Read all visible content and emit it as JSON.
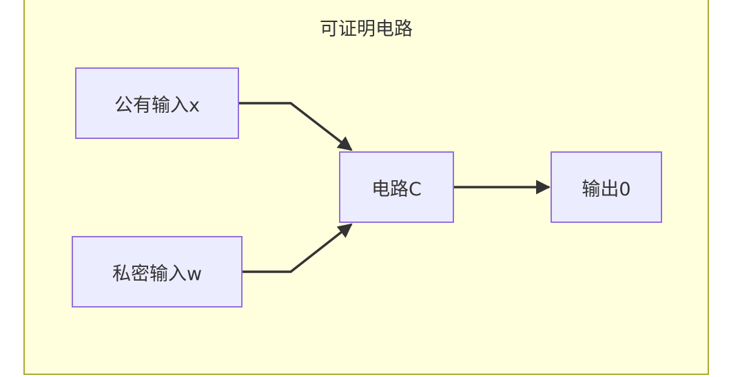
{
  "diagram": {
    "type": "flowchart",
    "cluster": {
      "title": "可证明电路"
    },
    "nodes": [
      {
        "id": "x",
        "label": "公有输入x"
      },
      {
        "id": "w",
        "label": "私密输入w"
      },
      {
        "id": "c",
        "label": "电路C"
      },
      {
        "id": "o",
        "label": "输出0"
      }
    ],
    "edges": [
      {
        "from": "x",
        "to": "c"
      },
      {
        "from": "w",
        "to": "c"
      },
      {
        "from": "c",
        "to": "o"
      }
    ],
    "colors": {
      "cluster_fill": "#ffffde",
      "cluster_border": "#aaaa33",
      "node_fill": "#ececff",
      "node_border": "#9370db",
      "edge": "#333333",
      "text": "#333333"
    }
  }
}
